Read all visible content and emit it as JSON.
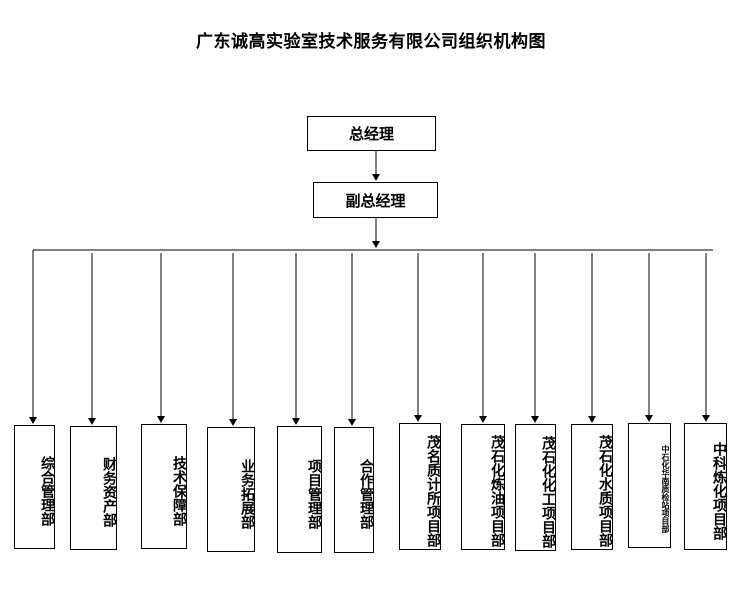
{
  "title": "广东诚高实验室技术服务有限公司组织机构图",
  "top": {
    "general_manager": "总经理",
    "deputy_manager": "副总经理"
  },
  "departments": [
    "综合管理部",
    "财务资产部",
    "技术保障部",
    "业务拓展部",
    "项目管理部",
    "合作管理部",
    "茂名质计所项目部",
    "茂石化炼油项目部",
    "茂石化化工项目部",
    "茂石化水质项目部",
    "中石化华南质检站项目部",
    "中科炼化项目部"
  ]
}
